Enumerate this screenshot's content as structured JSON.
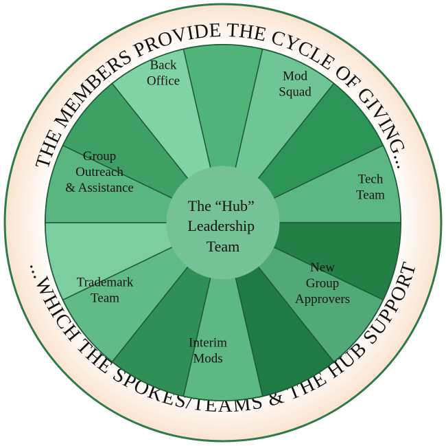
{
  "outer_ring": {
    "top_text": "THE MEMBERS PROVIDE THE CYCLE OF GIVING...",
    "bottom_text": "...WHICH THE SPOKES/TEAMS & THE HUB SUPPORT"
  },
  "hub": {
    "lines": [
      "The “Hub”",
      "Leadership",
      "Team"
    ]
  },
  "segments": [
    {
      "label_lines": [],
      "color": "#4fb37a"
    },
    {
      "label_lines": [
        "Mod",
        "Squad"
      ],
      "color": "#6fc595"
    },
    {
      "label_lines": [],
      "color": "#2e9558"
    },
    {
      "label_lines": [
        "Tech",
        "Team"
      ],
      "color": "#5cb784"
    },
    {
      "label_lines": [],
      "color": "#247f47"
    },
    {
      "label_lines": [
        "New",
        "Group",
        "Approvers"
      ],
      "color": "#52a978"
    },
    {
      "label_lines": [],
      "color": "#1f7a43"
    },
    {
      "label_lines": [
        "Interim",
        "Mods"
      ],
      "color": "#5eb884"
    },
    {
      "label_lines": [],
      "color": "#2f8f56"
    },
    {
      "label_lines": [
        "Trademark",
        "Team"
      ],
      "color": "#60bb89"
    },
    {
      "label_lines": [],
      "color": "#7ccd9f"
    },
    {
      "label_lines": [
        "Group",
        "Outreach",
        "& Assistance"
      ],
      "color": "#5ab681"
    },
    {
      "label_lines": [],
      "color": "#3fa066"
    },
    {
      "label_lines": [
        "Back",
        "Office"
      ],
      "color": "#80d3a4"
    }
  ],
  "colors": {
    "ring_fill": "#fbe3cf",
    "ring_border": "#2f7a4a",
    "hub_fill": "#74c295",
    "spoke_line": "#1d5a35"
  }
}
